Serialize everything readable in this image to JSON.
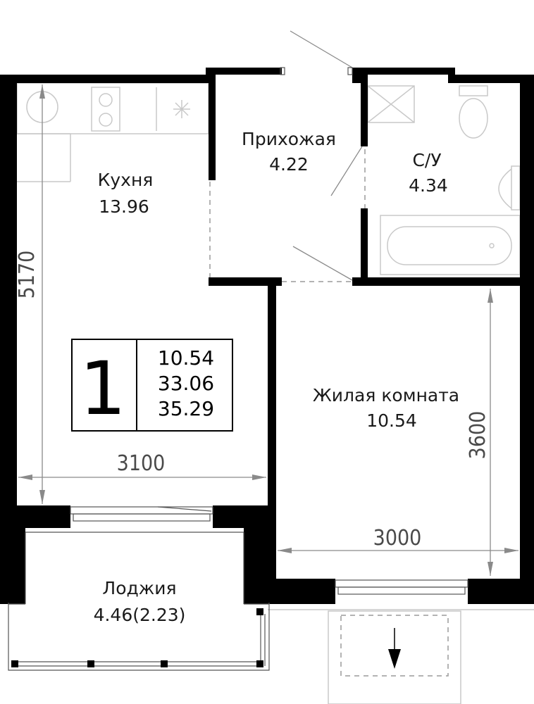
{
  "rooms": {
    "kitchen": {
      "name": "Кухня",
      "area": "13.96"
    },
    "hallway": {
      "name": "Прихожая",
      "area": "4.22"
    },
    "bathroom": {
      "name": "С/У",
      "area": "4.34"
    },
    "living": {
      "name": "Жилая комната",
      "area": "10.54"
    },
    "loggia": {
      "name": "Лоджия",
      "area": "4.46(2.23)"
    }
  },
  "dimensions": {
    "kitchen_height": "5170",
    "kitchen_width": "3100",
    "living_height": "3600",
    "living_width": "3000"
  },
  "summary": {
    "room_count": "1",
    "living_area": "10.54",
    "total_area": "33.06",
    "total_area_with_loggia": "35.29"
  },
  "colors": {
    "wall": "#000000",
    "furniture": "#c9c9c9",
    "dimension": "#8a8a8a"
  }
}
